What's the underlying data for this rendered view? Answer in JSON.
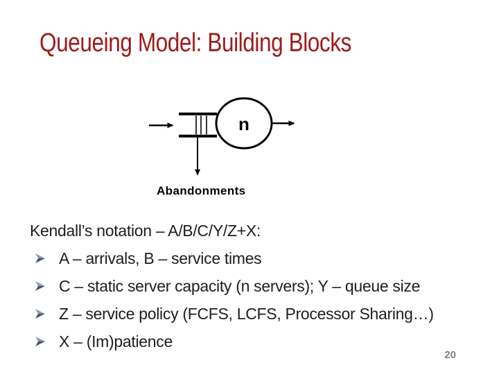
{
  "slide": {
    "title": "Queueing Model: Building Blocks",
    "page_number": "20"
  },
  "diagram": {
    "server_label": "n",
    "abandonments_label": "Abandonments",
    "arrival_arrow": "left-to-right arrow into queue",
    "departure_arrow": "arrow out of server circle",
    "abandonment_arrow": "downward arrow from queue"
  },
  "body": {
    "heading": "Kendall’s notation – A/B/C/Y/Z+X:",
    "bullet_icon": "three-d-right-arrowhead",
    "bullets": [
      "A – arrivals, B – service times",
      "C – static server capacity (n servers); Y – queue size",
      "Z – service policy (FCFS, LCFS, Processor Sharing…)",
      "X – (Im)patience"
    ]
  },
  "colors": {
    "title": "#9E1B1B",
    "body_text": "#1D1D1D",
    "bullet": "#44546A",
    "bullet_highlight": "#8E9BAB",
    "page_number": "#7F7F7F",
    "diagram_stroke": "#000000"
  }
}
